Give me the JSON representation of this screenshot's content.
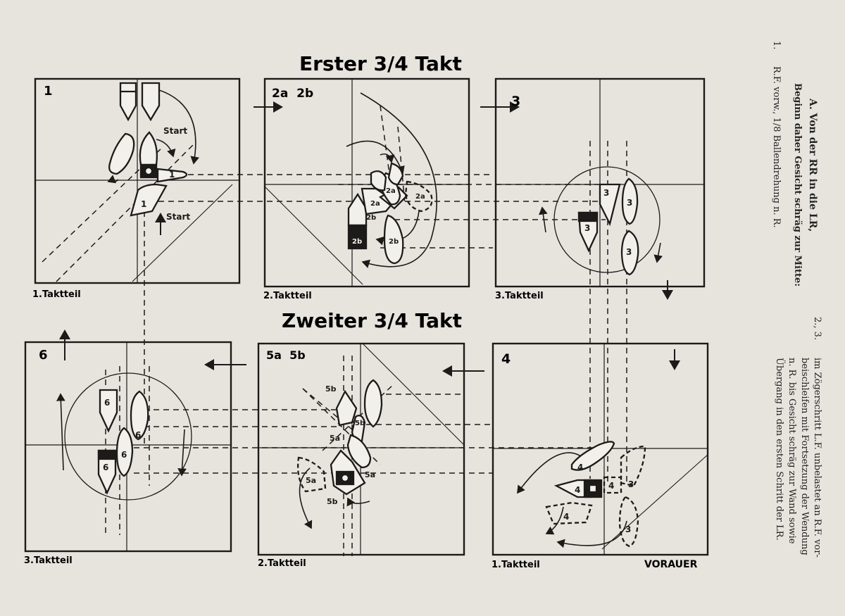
{
  "headings": {
    "first": "Erster 3/4 Takt",
    "second": "Zweiter 3/4 Takt"
  },
  "panels": [
    {
      "label": "1",
      "caption": "1.Taktteil",
      "marks": [
        "Start",
        "Start",
        "1",
        "1"
      ]
    },
    {
      "label": "2a  2b",
      "caption": "2.Taktteil",
      "marks": [
        "2a",
        "2a",
        "2a",
        "2b",
        "2b",
        "2b"
      ]
    },
    {
      "label": "3",
      "caption": "3.Taktteil",
      "marks": [
        "3",
        "3",
        "3",
        "3"
      ]
    },
    {
      "label": "4",
      "caption": "1.Taktteil",
      "marks": [
        "4",
        "4",
        "4",
        "4",
        "3",
        "3"
      ]
    },
    {
      "label": "5a  5b",
      "caption": "2.Taktteil",
      "marks": [
        "5b",
        "5a",
        "5b",
        "5a",
        "5b",
        "5a"
      ]
    },
    {
      "label": "6",
      "caption": "3.Taktteil",
      "marks": [
        "6",
        "6",
        "6",
        "6"
      ]
    }
  ],
  "signature": "VORAUER",
  "side_text": {
    "heading": "A. Von der RR in die LR,",
    "subheading": "Beginn daher Gesicht schräg zur Mitte:",
    "step1_num": "1.",
    "step1_text": "R.F. vorw., 1/8 Ballendrehung n. R.",
    "step23_num": "2., 3.",
    "step23_lines": [
      "im Zögerschritt L.F. unbelastet an R.F. vor-",
      "beischleifen mit Fortsetzung der Wendung",
      "n. R. bis Gesicht schräg zur Wand sowie",
      "Übergang in den ersten Schritt der LR."
    ]
  },
  "colors": {
    "paper": "#e7e4de",
    "ink": "#1c1b19"
  }
}
